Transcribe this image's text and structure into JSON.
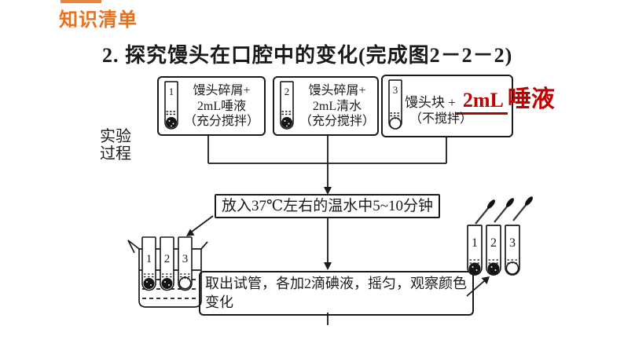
{
  "header": {
    "tag": "知识清单"
  },
  "title": {
    "text": "2. 探究馒头在口腔中的变化(完成图2－2－2)"
  },
  "process_label": {
    "line1": "实验",
    "line2": "过程"
  },
  "boxes": {
    "tube1": {
      "number": "1",
      "line1": "馒头碎屑+",
      "line2": "2mL唾液",
      "line3": "（充分搅拌）"
    },
    "tube2": {
      "number": "2",
      "line1": "馒头碎屑+",
      "line2": "2mL清水",
      "line3": "（充分搅拌）"
    },
    "tube3": {
      "number": "3",
      "prefix": "馒头块 +",
      "answer": "2mL",
      "answer_unit": "唾液",
      "note": "（不搅拌）"
    }
  },
  "steps": {
    "warm_water": "放入37℃左右的温水中5~10分钟",
    "iodine": "取出试管，各加2滴碘液，摇匀，观察颜色变化"
  },
  "beaker": {
    "labels": [
      "1",
      "2",
      "3"
    ]
  },
  "result_tubes": {
    "labels": [
      "1",
      "2",
      "3"
    ]
  },
  "colors": {
    "accent": "#E7701D",
    "highlight": "#C00000",
    "underline": "#9B0D0D",
    "ink": "#1A1A1A"
  }
}
